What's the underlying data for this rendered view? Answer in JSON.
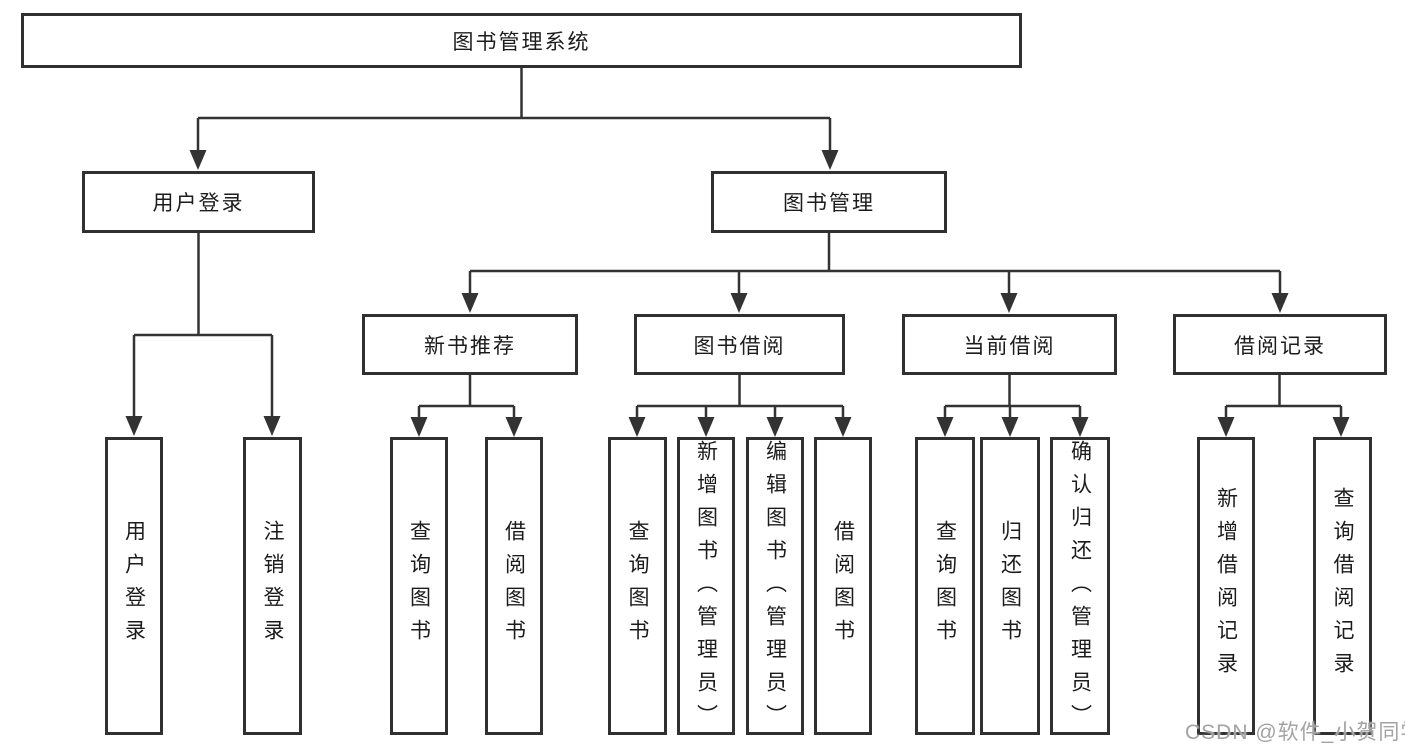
{
  "tree": {
    "label": "图书管理系统",
    "children": [
      {
        "label": "用户登录",
        "children": [
          {
            "label": "用户登录"
          },
          {
            "label": "注销登录"
          }
        ]
      },
      {
        "label": "图书管理",
        "children": [
          {
            "label": "新书推荐",
            "children": [
              {
                "label": "查询图书"
              },
              {
                "label": "借阅图书"
              }
            ]
          },
          {
            "label": "图书借阅",
            "children": [
              {
                "label": "查询图书"
              },
              {
                "label": "新增图书（管理员）"
              },
              {
                "label": "编辑图书（管理员）"
              },
              {
                "label": "借阅图书"
              }
            ]
          },
          {
            "label": "当前借阅",
            "children": [
              {
                "label": "查询图书"
              },
              {
                "label": "归还图书"
              },
              {
                "label": "确认归还（管理员）"
              }
            ]
          },
          {
            "label": "借阅记录",
            "children": [
              {
                "label": "新增借阅记录"
              },
              {
                "label": "查询借阅记录"
              }
            ]
          }
        ]
      }
    ]
  },
  "watermark": "CSDN @软件_小贺同学",
  "colors": {
    "line": "#333333",
    "box_border": "#303030",
    "text": "#1c1c1c",
    "watermark": "#a3a3a3",
    "background": "#ffffff"
  }
}
